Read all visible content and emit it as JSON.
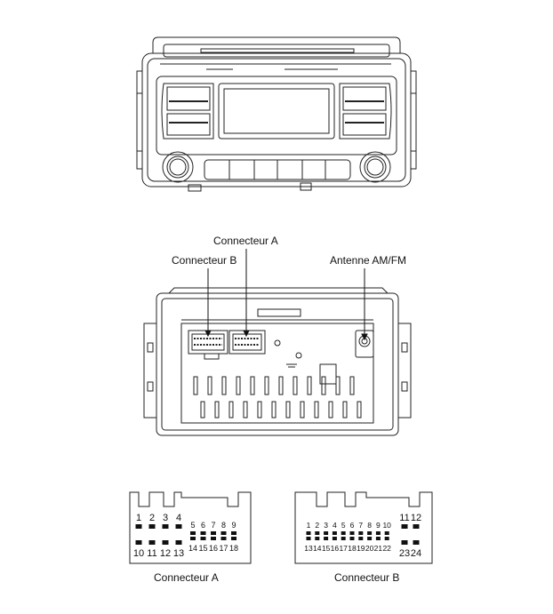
{
  "labels": {
    "connector_a": "Connecteur A",
    "connector_b": "Connecteur B",
    "antenna": "Antenne AM/FM"
  },
  "captions": {
    "connector_a": "Connecteur A",
    "connector_b": "Connecteur B"
  },
  "connector_a": {
    "top_row": [
      "1",
      "2",
      "3",
      "4"
    ],
    "top_row_small": [
      "5",
      "6",
      "7",
      "8",
      "9"
    ],
    "bottom_row": [
      "10",
      "11",
      "12",
      "13"
    ],
    "bottom_row_small": [
      "14",
      "15",
      "16",
      "17",
      "18"
    ]
  },
  "connector_b": {
    "top_row_small": [
      "1",
      "2",
      "3",
      "4",
      "5",
      "6",
      "7",
      "8",
      "9",
      "10"
    ],
    "top_row_right": [
      "11",
      "12"
    ],
    "bottom_row_small": [
      "13",
      "14",
      "15",
      "16",
      "17",
      "18",
      "19",
      "20",
      "21",
      "22"
    ],
    "bottom_row_right": [
      "23",
      "24"
    ]
  }
}
